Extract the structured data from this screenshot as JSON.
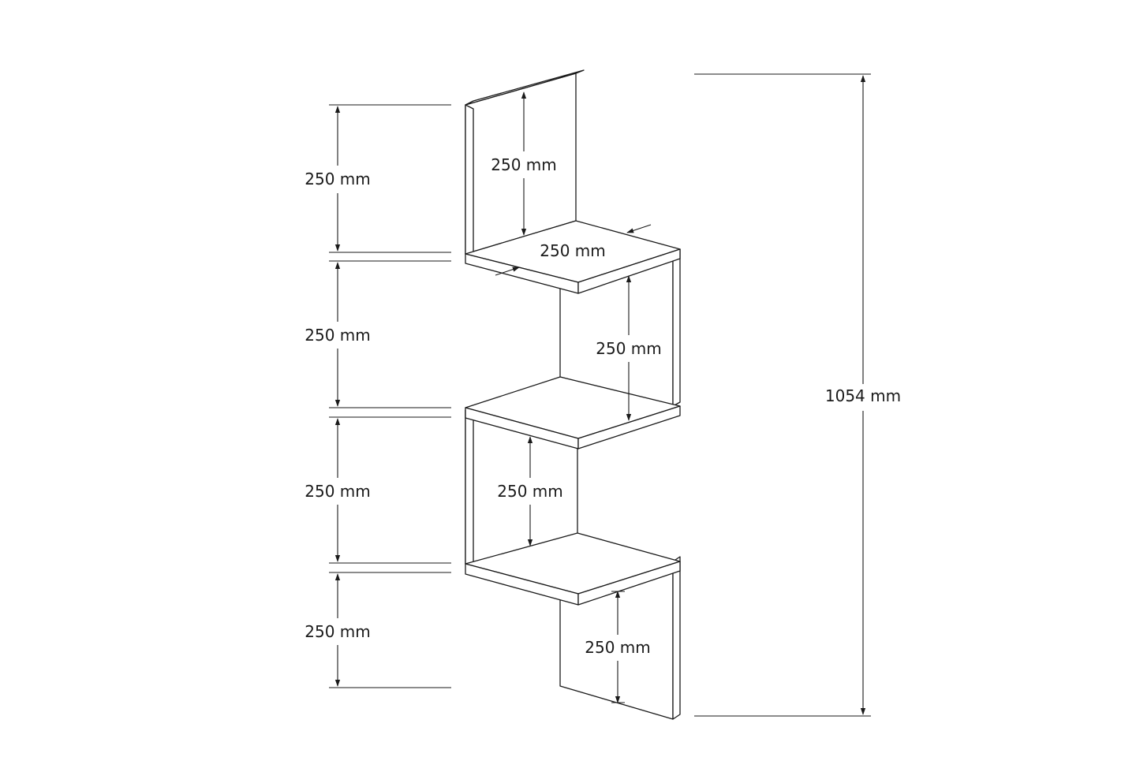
{
  "dimensions": {
    "left_height_1": "250 mm",
    "left_height_2": "250 mm",
    "left_height_3": "250 mm",
    "left_height_4": "250 mm",
    "inner_height_1": "250 mm",
    "shelf_depth": "250 mm",
    "inner_height_2": "250 mm",
    "inner_height_3": "250 mm",
    "inner_height_4": "250 mm",
    "total_height": "1054 mm"
  },
  "colors": {
    "ink": "#1a1a1a",
    "paper": "#ffffff"
  }
}
